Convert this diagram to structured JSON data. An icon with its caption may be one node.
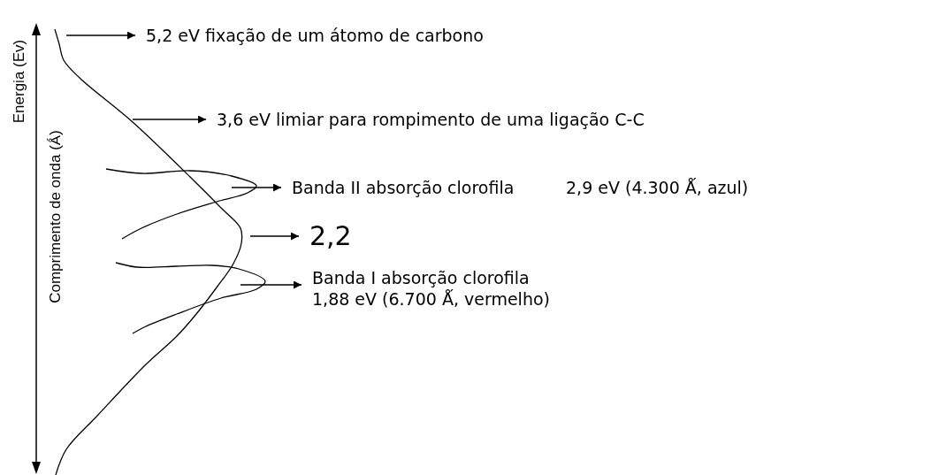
{
  "diagram": {
    "nodes": [
      {
        "text": [
          "5,2 eV  fixação de um átomo de carbono"
        ]
      },
      {
        "text": [
          "3,6 eV limiar para rompimento de uma ligação C-C"
        ]
      },
      {
        "text": [
          "Banda II absorção clorofila"
        ],
        "beside": [
          "2,9 eV (4.300 Ǻ, azul)"
        ]
      },
      {
        "text": [
          "2,2"
        ]
      },
      {
        "text": [
          "Banda I absorção clorofila",
          "1,88 eV (6.700 Ǻ, vermelho)"
        ]
      }
    ],
    "edges": [
      {
        "from": null,
        "to": 0,
        "arrow": "to"
      },
      {
        "from": null,
        "to": 1,
        "arrow": "to"
      },
      {
        "from": null,
        "to": 2,
        "arrow": "to"
      },
      {
        "from": null,
        "to": 3,
        "arrow": "to"
      },
      {
        "from": null,
        "to": 4,
        "arrow": "to"
      }
    ],
    "labels": [
      "Energia (Ev)",
      "Comprimento de onda (Ǻ)"
    ]
  }
}
